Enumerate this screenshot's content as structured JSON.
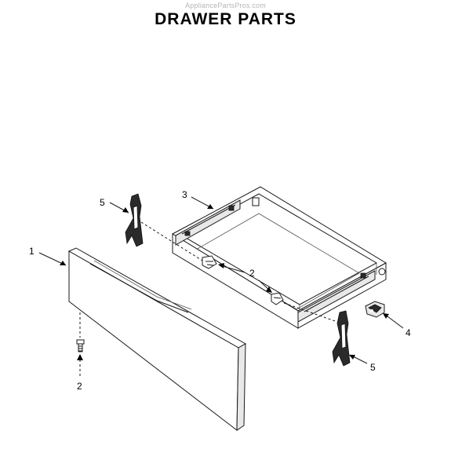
{
  "header": {
    "watermark": "AppliancePartsPros.com",
    "title": "DRAWER PARTS"
  },
  "callouts": [
    {
      "id": "c1",
      "label": "1"
    },
    {
      "id": "c2a",
      "label": "2"
    },
    {
      "id": "c2b",
      "label": "2"
    },
    {
      "id": "c3",
      "label": "3"
    },
    {
      "id": "c4",
      "label": "4"
    },
    {
      "id": "c5a",
      "label": "5"
    },
    {
      "id": "c5b",
      "label": "5"
    }
  ],
  "colors": {
    "line": "#1a1a1a",
    "watermark": "#b5b5b5",
    "background": "#ffffff"
  }
}
